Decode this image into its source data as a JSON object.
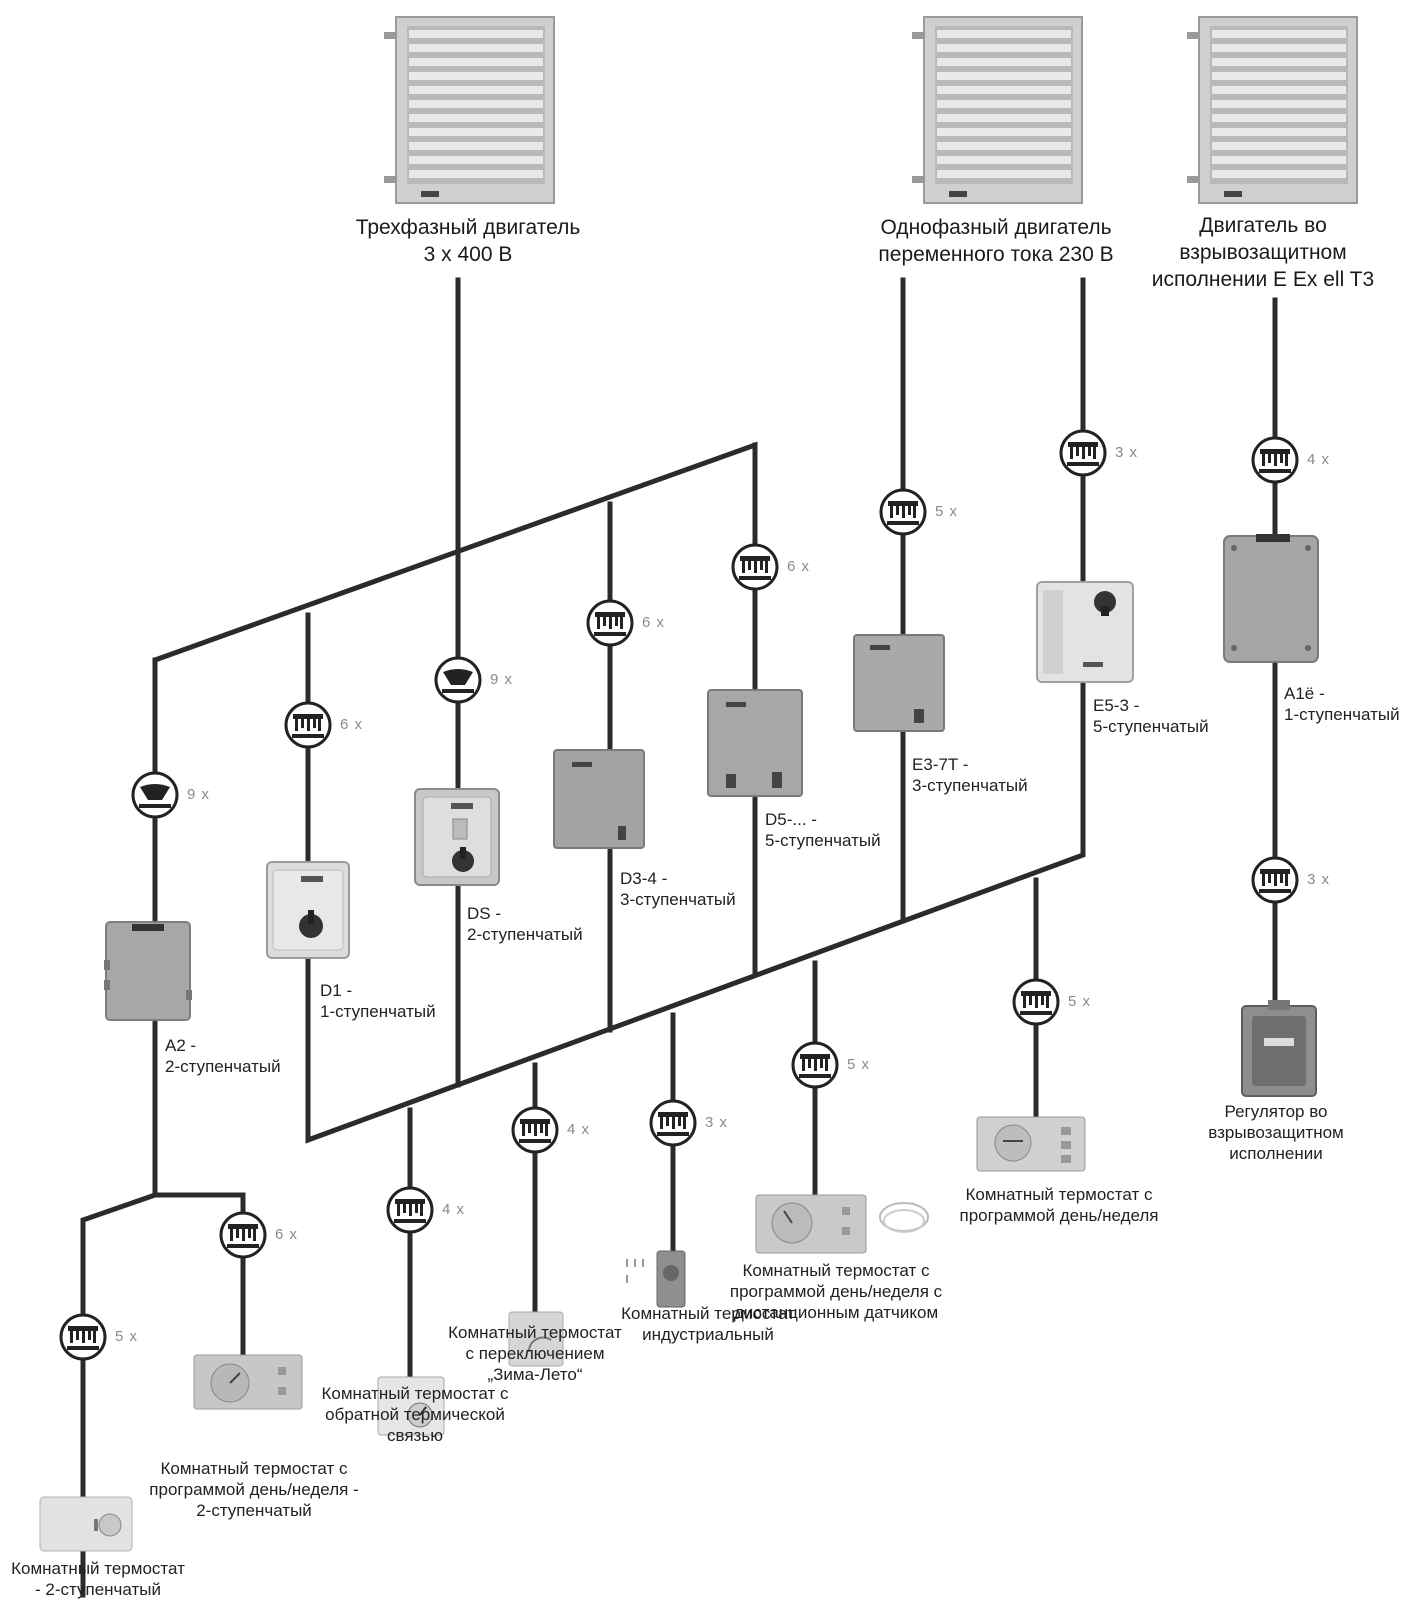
{
  "motors": {
    "three_phase": {
      "line1": "Трехфазный двигатель",
      "line2": "3 x 400 В"
    },
    "single_phase": {
      "line1": "Однофазный двигатель",
      "line2": "переменного тока 230 В"
    },
    "explosion_proof": {
      "line1": "Двигатель во",
      "line2": "взрывозащитном",
      "line3": "исполнении E Ex ell T3"
    }
  },
  "controllers": {
    "a2": {
      "line1": "A2 -",
      "line2": "2-ступенчатый"
    },
    "d1": {
      "line1": "D1 -",
      "line2": "1-ступенчатый"
    },
    "ds": {
      "line1": "DS -",
      "line2": "2-ступенчатый"
    },
    "d34": {
      "line1": "D3-4 -",
      "line2": "3-ступенчатый"
    },
    "d5": {
      "line1": "D5-... -",
      "line2": "5-ступенчатый"
    },
    "e37t": {
      "line1": "E3-7T -",
      "line2": "3-ступенчатый"
    },
    "e53": {
      "line1": "E5-3 -",
      "line2": "5-ступенчатый"
    },
    "a1": {
      "line1": "A1ё -",
      "line2": "1-ступенчатый"
    }
  },
  "thermostats": {
    "two_stage": {
      "line1": "Комнатный термостат",
      "line2": "- 2-ступенчатый"
    },
    "program_2stage": {
      "line1": "Комнатный термостат с",
      "line2": "программой день/неделя -",
      "line3": "2-ступенчатый"
    },
    "feedback": {
      "line1": "Комнатный термостат с",
      "line2": "обратной термической",
      "line3": "связью"
    },
    "winter_summer": {
      "line1": "Комнатный термостат",
      "line2": "с переключением",
      "line3": "„Зима-Лето“"
    },
    "industrial": {
      "line1": "Комнатный термостат",
      "line2": "индустриальный"
    },
    "program_remote": {
      "line1": "Комнатный термостат с",
      "line2": "программой день/неделя с",
      "line3": "дистанционным датчиком"
    },
    "program": {
      "line1": "Комнатный термостат с",
      "line2": "программой день/неделя"
    },
    "ex_regulator": {
      "line1": "Регулятор во",
      "line2": "взрывозащитном",
      "line3": "исполнении"
    }
  },
  "cable_counts": {
    "a2_in": "9 x",
    "d1_in": "6 x",
    "ds_in": "9 x",
    "d34_in": "6 x",
    "d5_in": "6 x",
    "e37t_in": "5 x",
    "e53_in": "3 x",
    "a1_in": "4 x",
    "a1_out": "3 x",
    "t_two_stage": "5 x",
    "t_program_2stage": "6 x",
    "t_feedback": "4 x",
    "t_winter_summer": "4 x",
    "t_industrial": "3 x",
    "t_program_remote": "5 x",
    "t_program": "5 x"
  },
  "cable_icons": {
    "a2_in": "fan-cable-icon",
    "d1_in": "multi-wire-cable-icon",
    "ds_in": "fan-cable-icon",
    "d34_in": "multi-wire-cable-icon",
    "d5_in": "multi-wire-cable-icon",
    "e37t_in": "multi-wire-cable-icon",
    "e53_in": "multi-wire-cable-icon",
    "a1_in": "multi-wire-cable-icon",
    "a1_out": "multi-wire-cable-icon",
    "t_two_stage": "multi-wire-cable-icon",
    "t_program_2stage": "multi-wire-cable-icon",
    "t_feedback": "multi-wire-cable-icon",
    "t_winter_summer": "multi-wire-cable-icon",
    "t_industrial": "multi-wire-cable-icon",
    "t_program_remote": "multi-wire-cable-icon",
    "t_program": "multi-wire-cable-icon"
  },
  "colors": {
    "wire": "#2b2b2b",
    "device_gray": "#a9a9a9",
    "device_light": "#d9d9d9",
    "count_text": "#8a8a8a"
  }
}
